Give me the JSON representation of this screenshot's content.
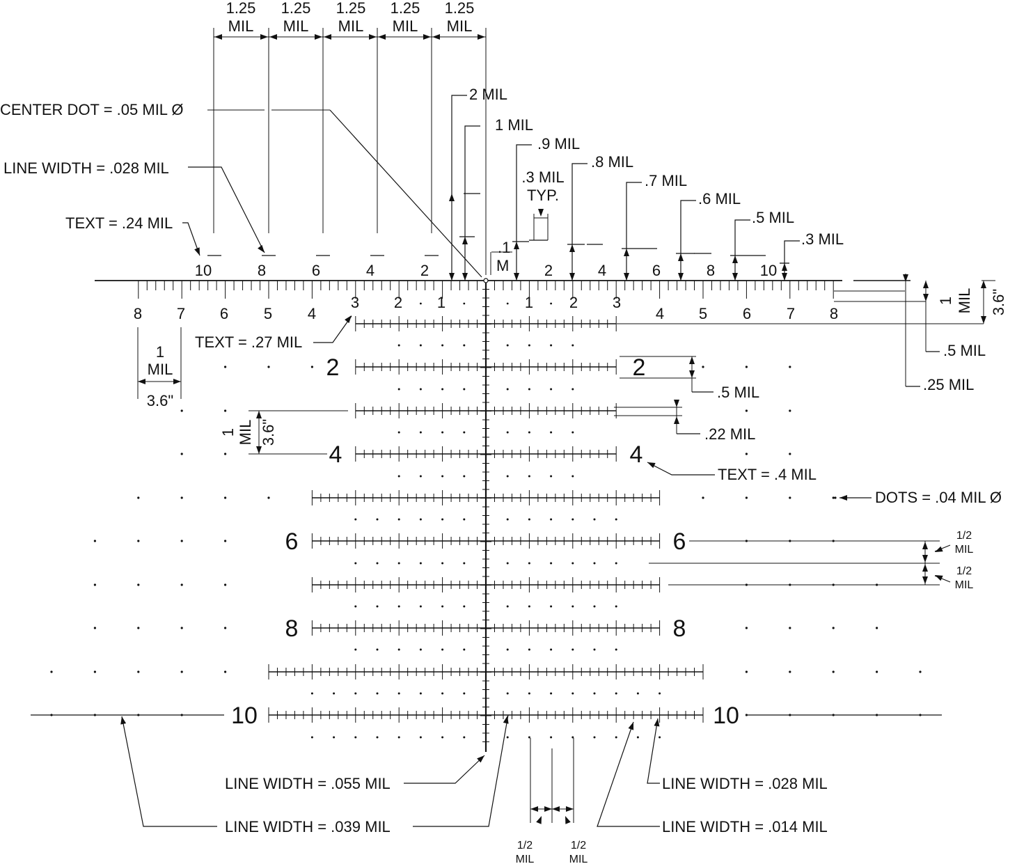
{
  "top_spacing": {
    "value": "1.25",
    "unit": "MIL"
  },
  "top_scale_left_numbers": [
    "10",
    "8",
    "6",
    "4",
    "2"
  ],
  "top_scale_right_numbers": [
    "2",
    "4",
    "6",
    "8",
    "10"
  ],
  "h_scale_numbers": [
    "8",
    "7",
    "6",
    "5",
    "4",
    "3",
    "2",
    "1",
    "1",
    "2",
    "3",
    "4",
    "5",
    "6",
    "7",
    "8"
  ],
  "row_numbers": [
    "2",
    "4",
    "6",
    "8",
    "10"
  ],
  "callouts": {
    "center_dot": "CENTER DOT = .05 MIL Ø",
    "line_width_028_top": "LINE WIDTH = .028 MIL",
    "text_024": "TEXT = .24 MIL",
    "text_027": "TEXT = .27 MIL",
    "text_04": "TEXT = .4 MIL",
    "dots_04": "DOTS = .04 MIL Ø",
    "line_width_055": "LINE WIDTH = .055 MIL",
    "line_width_039": "LINE WIDTH = .039 MIL",
    "line_width_028_bottom": "LINE WIDTH = .028 MIL",
    "line_width_014": "LINE WIDTH = .014 MIL"
  },
  "hold_labels": [
    "2 MIL",
    "1 MIL",
    ".9 MIL",
    ".8 MIL",
    ".7 MIL",
    ".6 MIL",
    ".5 MIL",
    ".3 MIL"
  ],
  "tenth_mil": {
    "value": ".1",
    "unit": "M"
  },
  "typ_label": {
    "line1": ".3 MIL",
    "line2": "TYP."
  },
  "right_dims": {
    "one": "1",
    "mil": "MIL",
    "inches": "3.6\"",
    "half": ".5 MIL",
    "quarter": ".25 MIL"
  },
  "row_dims": {
    "half": ".5 MIL",
    "p22": ".22 MIL"
  },
  "left_dim_h": {
    "one": "1",
    "mil": "MIL",
    "inches": "3.6\""
  },
  "left_dim_v": {
    "one": "1",
    "mil": "MIL",
    "inches": "3.6\""
  },
  "half_mil": {
    "value": "1/2",
    "unit": "MIL"
  }
}
